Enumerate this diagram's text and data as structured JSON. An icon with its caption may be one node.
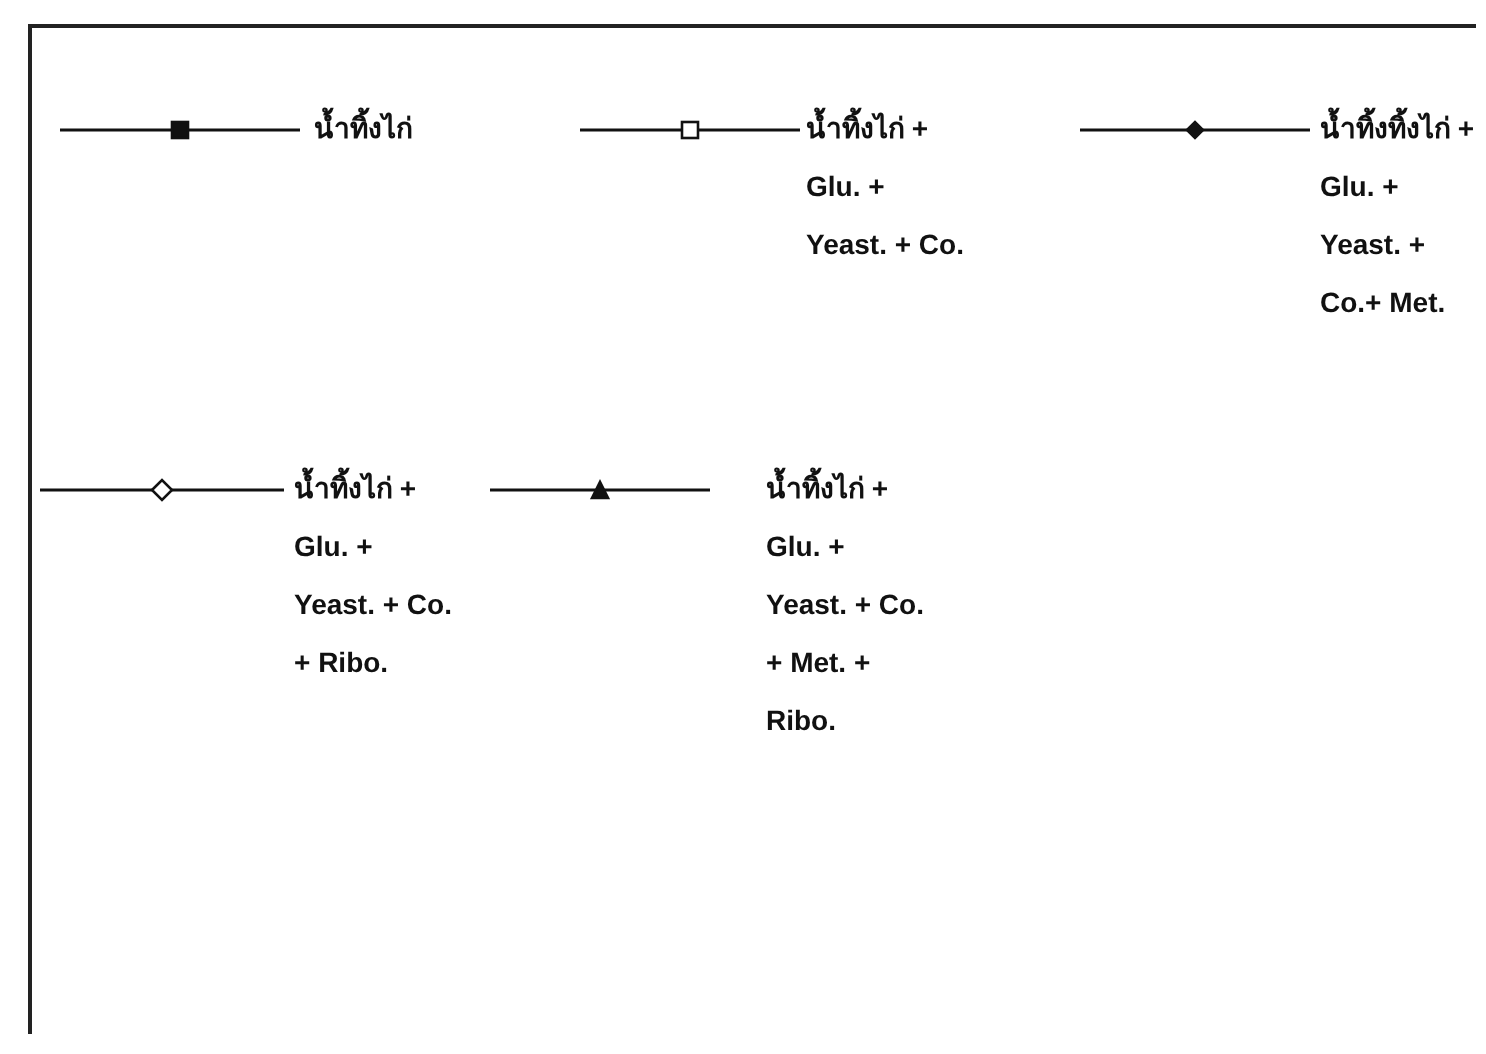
{
  "diagram": {
    "legend": [
      {
        "text": "น้ำทิ้งไก่"
      },
      {
        "text": "น้ำทิ้งไก่ + Glu. + Yeast. + Co."
      },
      {
        "text": "น้ำทิ้งทิ้งไก่ + Glu. + Yeast. + Co.+ Met."
      },
      {
        "text": "น้ำทิ้งไก่ + Glu. + Yeast. + Co. + Ribo."
      },
      {
        "text": "น้ำทิ้งไก่ + Glu. + Yeast. + Co. + Met. + Ribo."
      }
    ]
  }
}
